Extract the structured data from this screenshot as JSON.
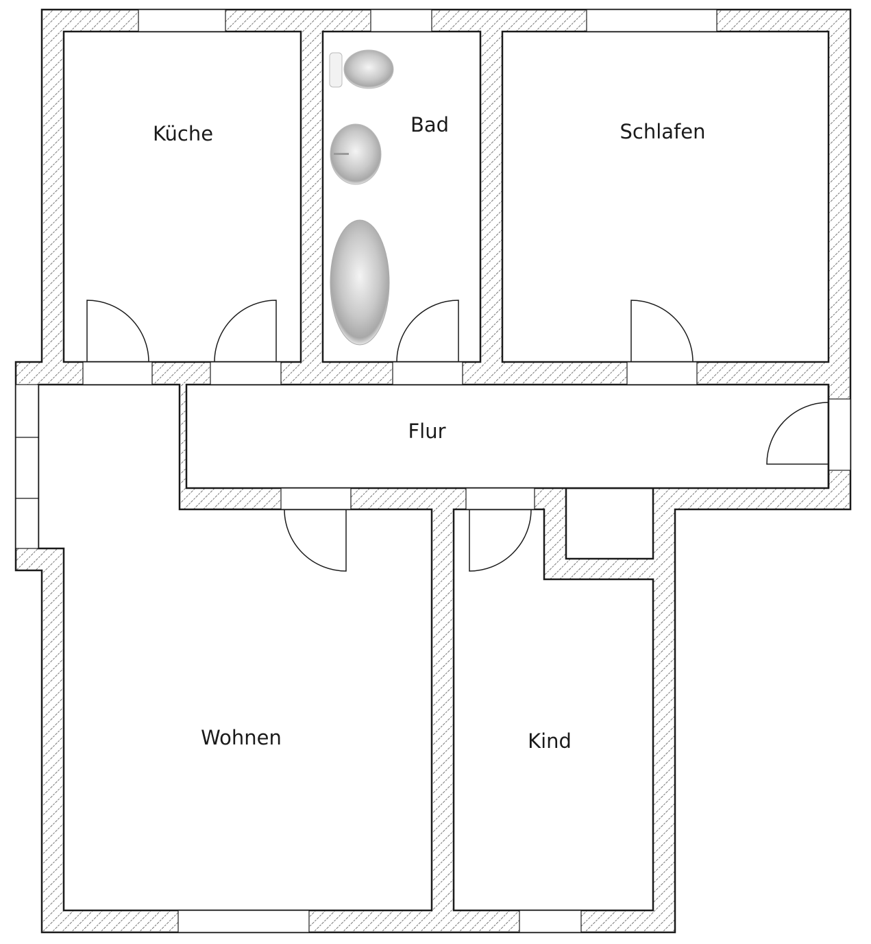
{
  "plan": {
    "rooms": {
      "kueche": "Küche",
      "bad": "Bad",
      "schlafen": "Schlafen",
      "flur": "Flur",
      "wohnen": "Wohnen",
      "kind": "Kind"
    },
    "fixtures": [
      "toilet-icon",
      "sink-icon",
      "bathtub-icon"
    ],
    "colors": {
      "wall_line": "#1a1a1a",
      "hatch": "#777777",
      "background": "#ffffff"
    }
  }
}
